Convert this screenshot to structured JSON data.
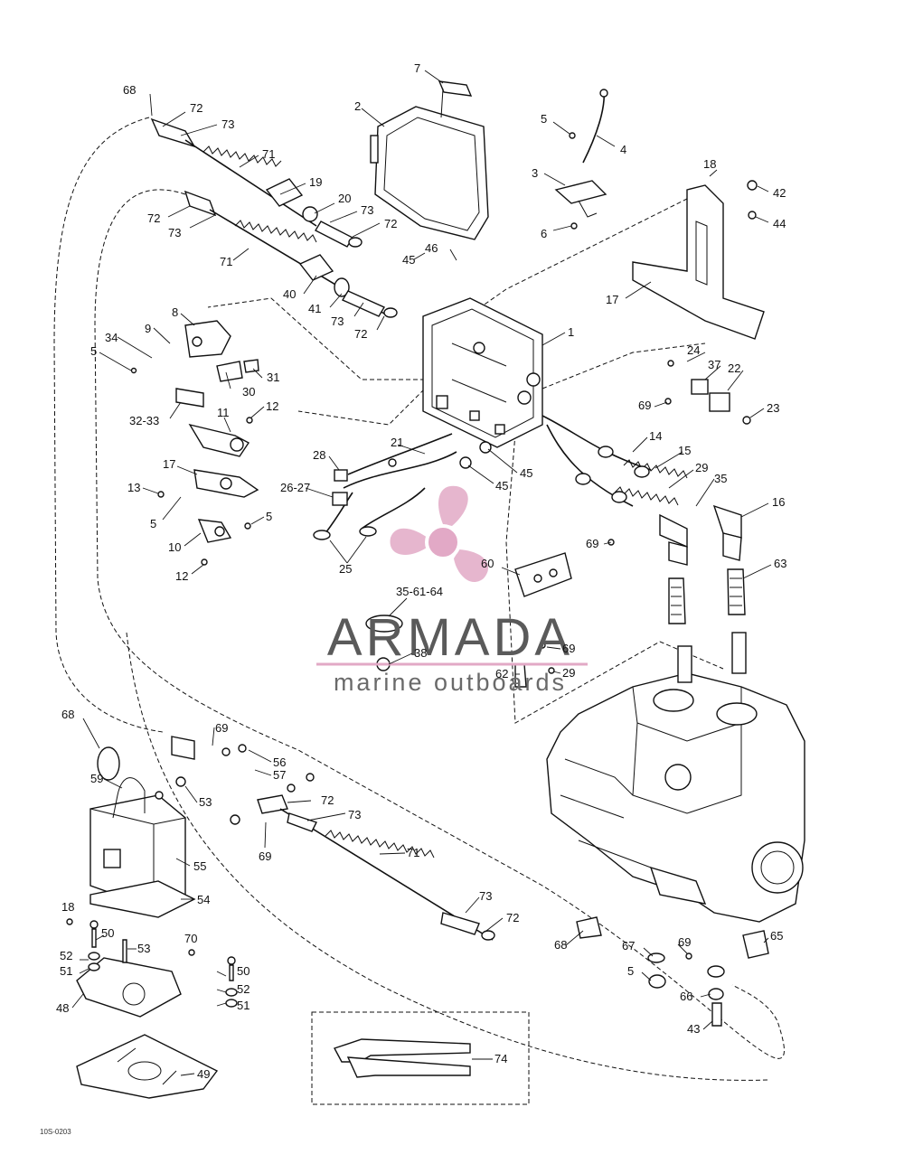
{
  "diagram": {
    "code": "10S-0203",
    "watermark": {
      "brand": "ARMADA",
      "tagline": "marine outboards",
      "accent_color": "#e2a9c6",
      "text_color": "#5a5a5a"
    },
    "callouts": [
      "1",
      "2",
      "3",
      "4",
      "5",
      "6",
      "7",
      "8",
      "9",
      "10",
      "11",
      "12",
      "13",
      "14",
      "15",
      "16",
      "17",
      "18",
      "19",
      "20",
      "21",
      "22",
      "23",
      "24",
      "25",
      "26-27",
      "28",
      "29",
      "30",
      "31",
      "32-33",
      "34",
      "35",
      "35-61-64",
      "37",
      "38",
      "40",
      "41",
      "42",
      "43",
      "44",
      "45",
      "46",
      "48",
      "49",
      "50",
      "51",
      "52",
      "53",
      "54",
      "55",
      "56",
      "57",
      "59",
      "60",
      "62",
      "63",
      "65",
      "66",
      "67",
      "68",
      "69",
      "70",
      "71",
      "72",
      "73",
      "74"
    ]
  }
}
